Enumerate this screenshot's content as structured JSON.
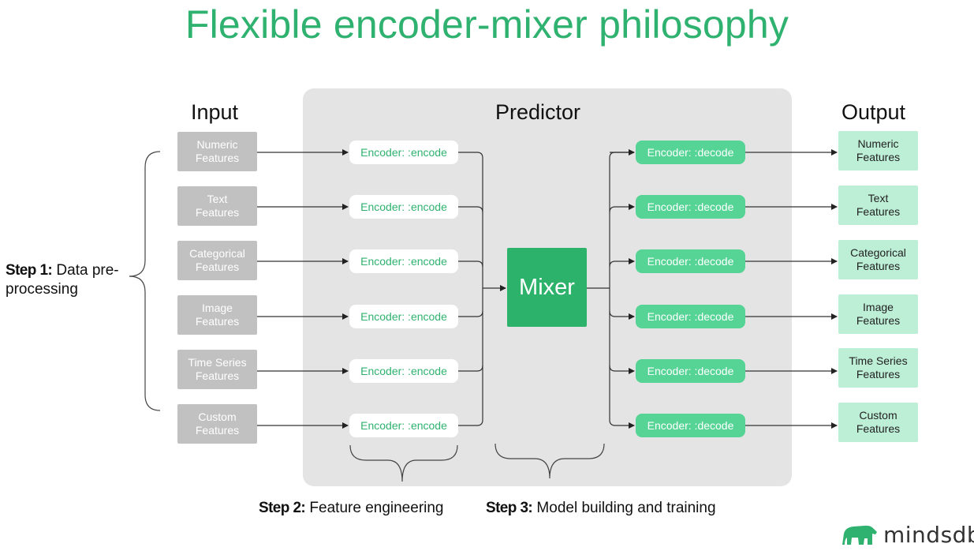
{
  "title": "Flexible encoder-mixer philosophy",
  "columns": {
    "input": "Input",
    "predictor": "Predictor",
    "output": "Output"
  },
  "inputs": [
    {
      "label": "Numeric\nFeatures"
    },
    {
      "label": "Text\nFeatures"
    },
    {
      "label": "Categorical\nFeatures"
    },
    {
      "label": "Image\nFeatures"
    },
    {
      "label": "Time Series\nFeatures"
    },
    {
      "label": "Custom\nFeatures"
    }
  ],
  "encoders": [
    {
      "label": "Encoder: :encode"
    },
    {
      "label": "Encoder: :encode"
    },
    {
      "label": "Encoder: :encode"
    },
    {
      "label": "Encoder: :encode"
    },
    {
      "label": "Encoder: :encode"
    },
    {
      "label": "Encoder: :encode"
    }
  ],
  "mixer": {
    "label": "Mixer"
  },
  "decoders": [
    {
      "label": "Encoder: :decode"
    },
    {
      "label": "Encoder: :decode"
    },
    {
      "label": "Encoder: :decode"
    },
    {
      "label": "Encoder: :decode"
    },
    {
      "label": "Encoder: :decode"
    },
    {
      "label": "Encoder: :decode"
    }
  ],
  "outputs": [
    {
      "label": "Numeric\nFeatures"
    },
    {
      "label": "Text\nFeatures"
    },
    {
      "label": "Categorical\nFeatures"
    },
    {
      "label": "Image\nFeatures"
    },
    {
      "label": "Time Series\nFeatures"
    },
    {
      "label": "Custom\nFeatures"
    }
  ],
  "steps": {
    "step1": {
      "bold": "Step 1:",
      "text": " Data pre-",
      "text2": "processing"
    },
    "step2": {
      "bold": "Step 2:",
      "text": " Feature engineering"
    },
    "step3": {
      "bold": "Step 3:",
      "text": " Model building and training"
    }
  },
  "logo": {
    "text": "mindsdb"
  },
  "colors": {
    "accent": "#2fb26f",
    "mixer": "#2cb26b",
    "decoder": "#55d495",
    "output_bg": "#bdeed6",
    "input_bg": "#c1c1c1",
    "panel": "#e4e4e4"
  }
}
